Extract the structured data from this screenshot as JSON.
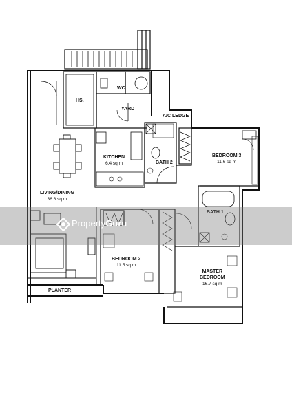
{
  "rooms": {
    "hs": "HS.",
    "wc": "WC",
    "yard": "YARD",
    "ac_ledge": "A/C LEDGE",
    "kitchen": "KITCHEN",
    "kitchen_area": "6.4 sq m",
    "bath2": "BATH 2",
    "bedroom3": "BEDROOM 3",
    "bedroom3_area": "11.6 sq m",
    "living_dining": "LIVING/DINING",
    "living_dining_area": "36.6 sq m",
    "bath1": "BATH 1",
    "bedroom2": "BEDROOM 2",
    "bedroom2_area": "11.5 sq m",
    "master_bedroom_line1": "MASTER",
    "master_bedroom_line2": "BEDROOM",
    "master_bedroom_area": "16.7 sq m",
    "planter": "PLANTER"
  },
  "watermark": {
    "brand_prefix": "Property",
    "brand_suffix": "Guru"
  },
  "colors": {
    "wall": "#111111",
    "watermark_band": "#8a8a8a",
    "watermark_text": "#ffffff"
  }
}
